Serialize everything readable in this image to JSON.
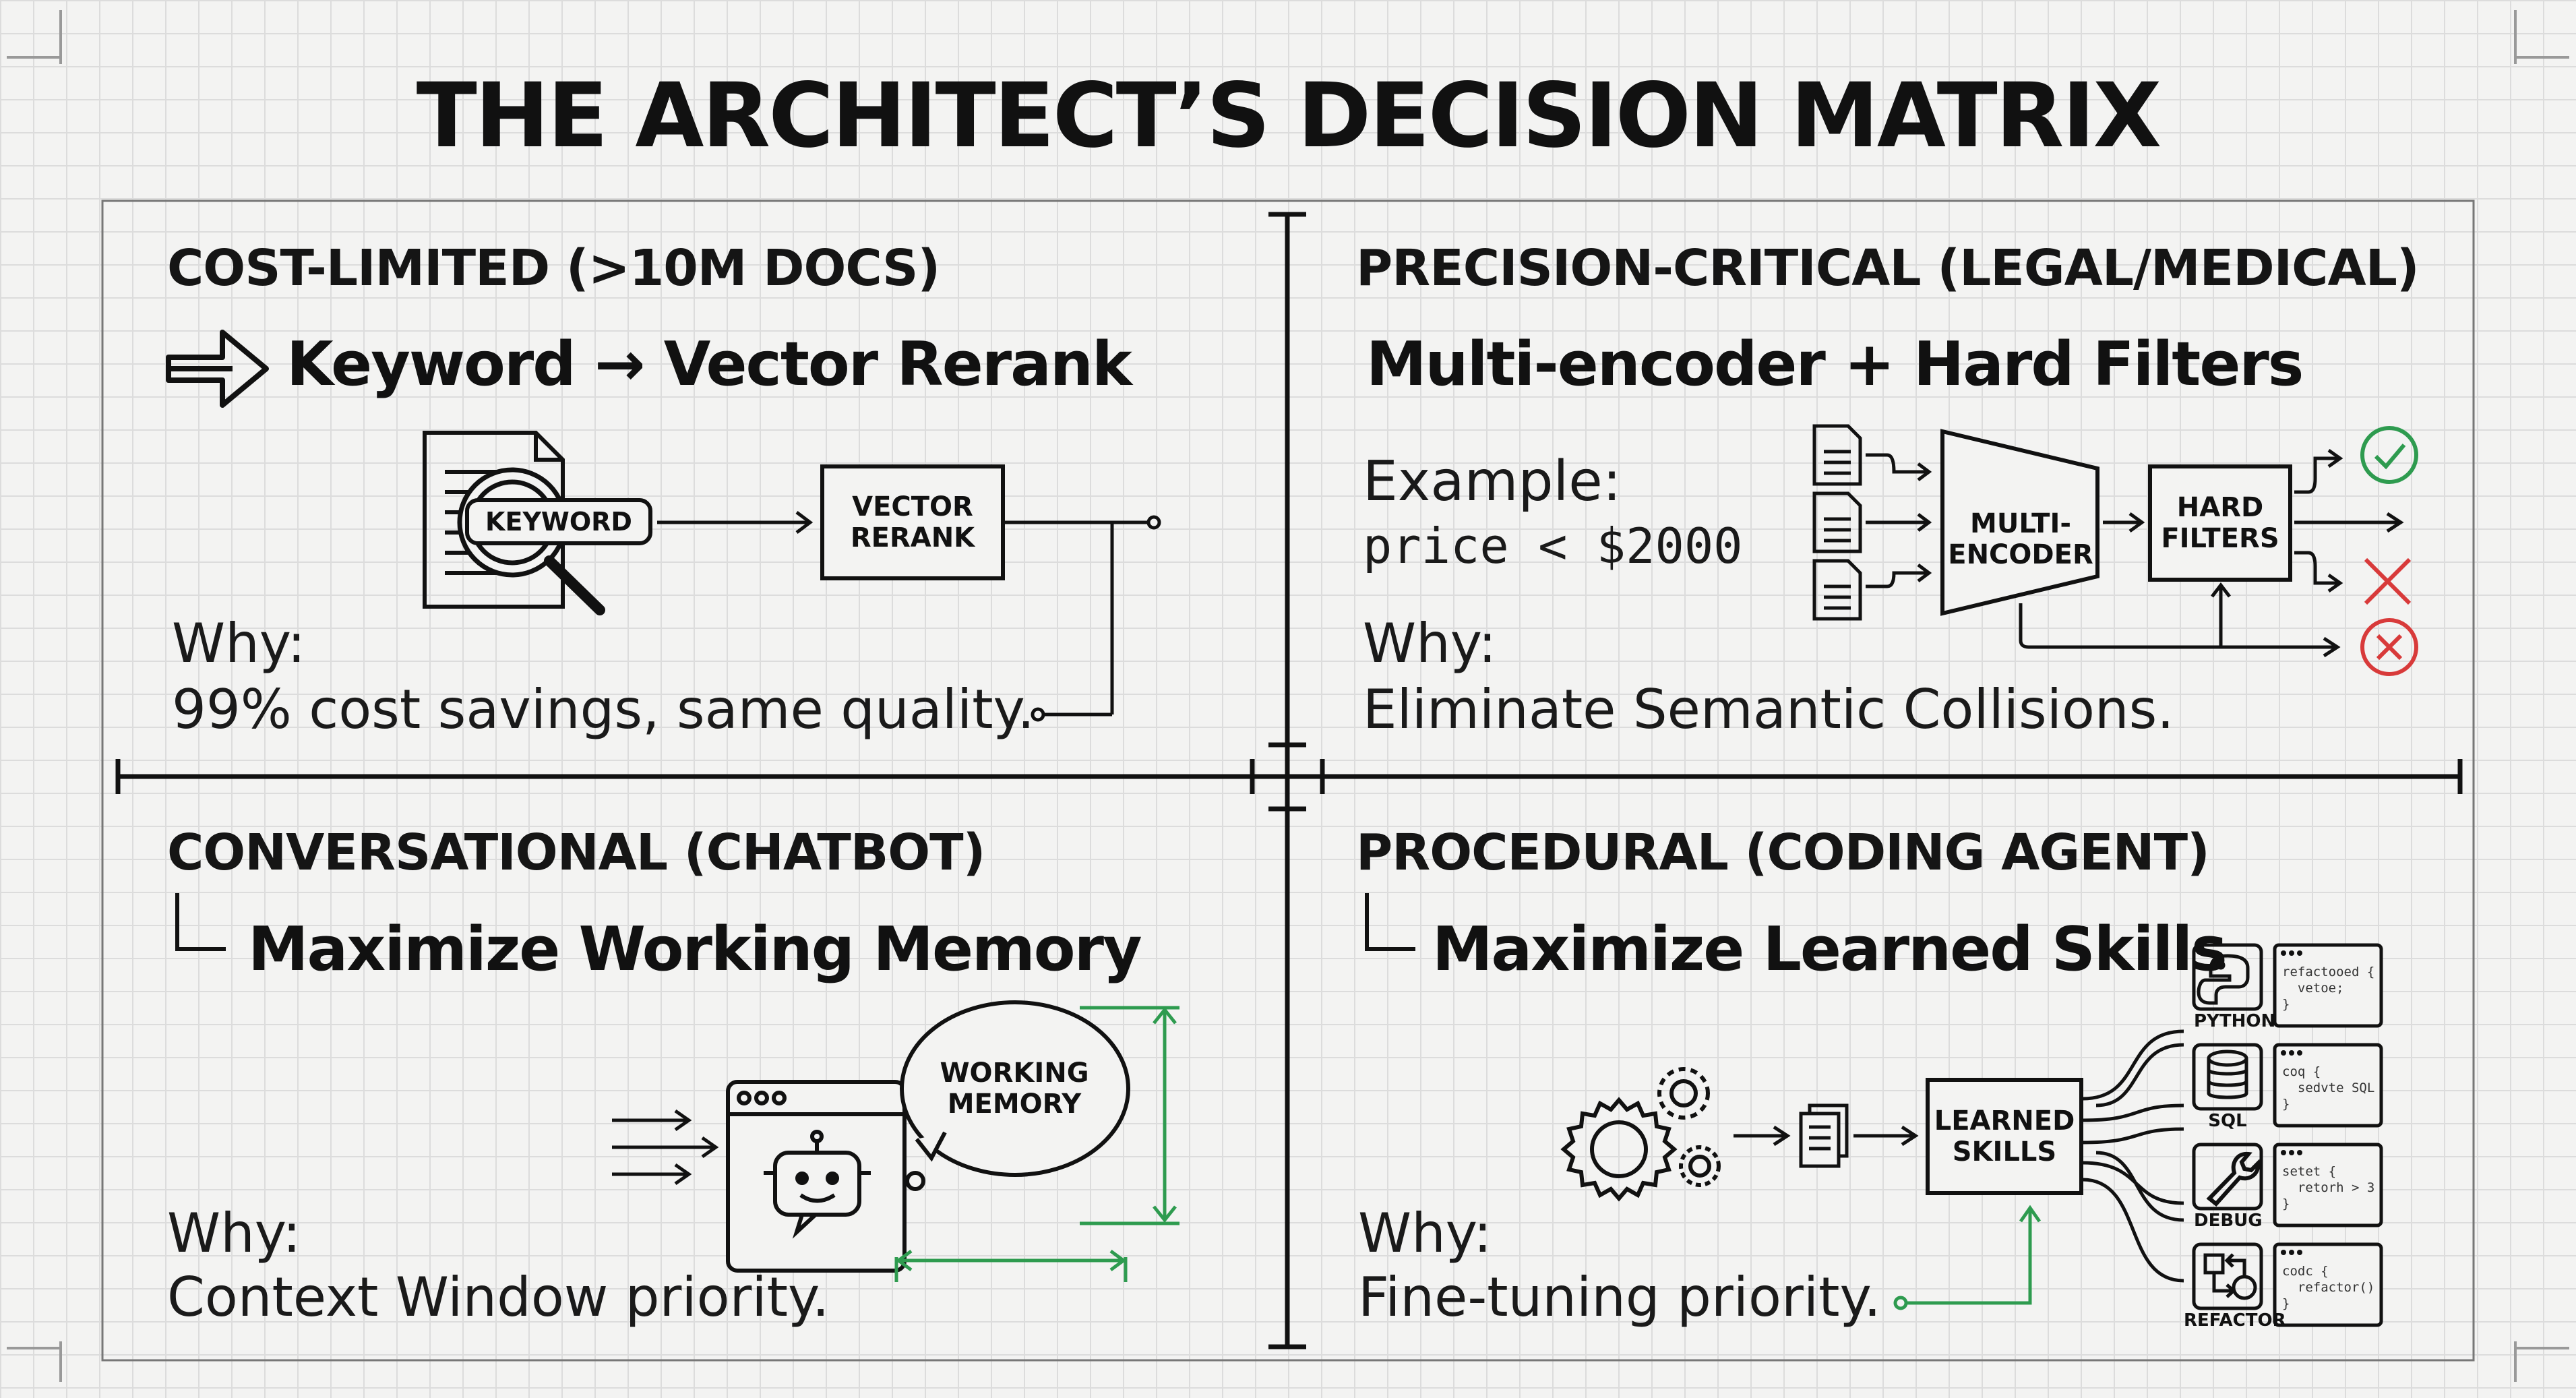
{
  "title": "THE ARCHITECT’S DECISION MATRIX",
  "quadrants": {
    "top_left": {
      "heading": "COST-LIMITED (>10M DOCS)",
      "strategy": "Keyword → Vector Rerank",
      "why_label": "Why:",
      "why_text": "99% cost savings, same quality.",
      "nodes": {
        "keyword": "KEYWORD",
        "vector_rerank": [
          "VECTOR",
          "RERANK"
        ]
      },
      "icons": [
        "double-arrow-icon",
        "document-icon",
        "magnifier-icon"
      ]
    },
    "top_right": {
      "heading": "PRECISION-CRITICAL (LEGAL/MEDICAL)",
      "strategy": "Multi-encoder + Hard Filters",
      "example_label": "Example:",
      "example_code": "price < $2000",
      "why_label": "Why:",
      "why_text": "Eliminate Semantic Collisions.",
      "nodes": {
        "multi_encoder": [
          "MULTI-",
          "ENCODER"
        ],
        "hard_filters": [
          "HARD",
          "FILTERS"
        ]
      },
      "icons": [
        "document-icon",
        "check-circle-icon",
        "x-icon",
        "x-circle-icon"
      ],
      "colors": {
        "pass": "#2e9b4f",
        "reject": "#d83a3a"
      }
    },
    "bottom_left": {
      "heading": "CONVERSATIONAL (CHATBOT)",
      "strategy": "Maximize Working Memory",
      "why_label": "Why:",
      "why_text": "Context Window priority.",
      "nodes": {
        "working_memory": [
          "WORKING",
          "MEMORY"
        ]
      },
      "icons": [
        "chatbot-window-icon",
        "speech-bubble-icon",
        "dimension-arrows-icon"
      ],
      "colors": {
        "accent": "#2e9b4f"
      }
    },
    "bottom_right": {
      "heading": "PROCEDURAL (CODING AGENT)",
      "strategy": "Maximize Learned Skills",
      "why_label": "Why:",
      "why_text": "Fine-tuning priority.",
      "nodes": {
        "learned_skills": [
          "LEARNED",
          "SKILLS"
        ]
      },
      "skills": [
        {
          "label": "PYTHON",
          "icon": "python-icon",
          "code": [
            "refactooed {",
            "  vetoe;",
            "}"
          ]
        },
        {
          "label": "SQL",
          "icon": "database-icon",
          "code": [
            "coq {",
            "  sedvte SQL",
            "}"
          ]
        },
        {
          "label": "DEBUG",
          "icon": "wrench-icon",
          "code": [
            "setet {",
            "  retorh > 3",
            "}"
          ]
        },
        {
          "label": "REFACTOR",
          "icon": "refactor-icon",
          "code": [
            "codc {",
            "  refactor()",
            "}"
          ]
        }
      ],
      "icons": [
        "gears-icon",
        "documents-icon"
      ],
      "colors": {
        "accent": "#2e9b4f"
      }
    }
  }
}
